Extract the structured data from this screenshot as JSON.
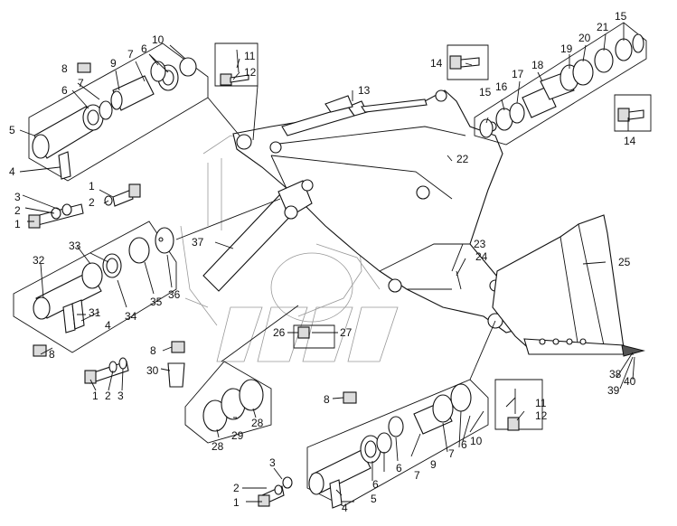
{
  "labels": {
    "n1": "1",
    "n2": "2",
    "n3": "3",
    "n4": "4",
    "n5": "5",
    "n6": "6",
    "n7": "7",
    "n8": "8",
    "n9": "9",
    "n10": "10",
    "n11": "11",
    "n12": "12",
    "n13": "13",
    "n14": "14",
    "n15": "15",
    "n16": "16",
    "n17": "17",
    "n18": "18",
    "n19": "19",
    "n20": "20",
    "n21": "21",
    "n22": "22",
    "n23": "23",
    "n24": "24",
    "n25": "25",
    "n26": "26",
    "n27": "27",
    "n28": "28",
    "n29": "29",
    "n30": "30",
    "n31": "31",
    "n32": "32",
    "n33": "33",
    "n34": "34",
    "n35": "35",
    "n36": "36",
    "n37": "37",
    "n38": "38",
    "n39": "39",
    "n40": "40"
  }
}
